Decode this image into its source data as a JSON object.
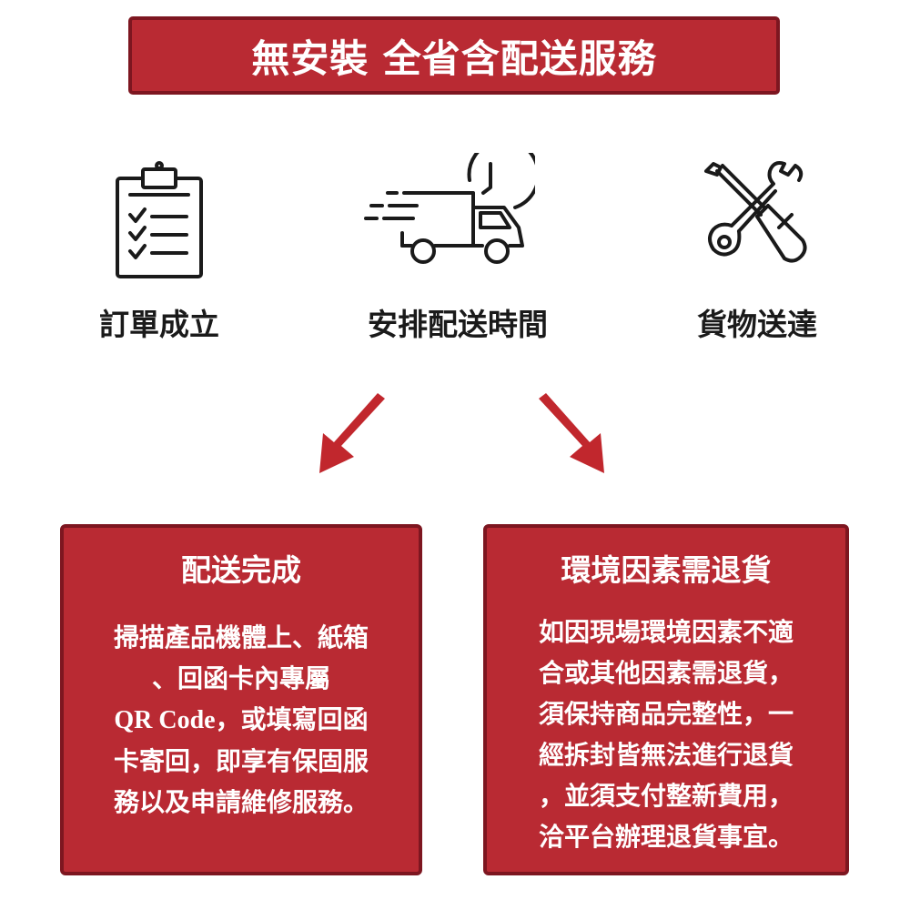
{
  "banner": {
    "title": "無安裝 全省含配送服務"
  },
  "steps": [
    {
      "label": "訂單成立",
      "icon": "clipboard-checklist-icon"
    },
    {
      "label": "安排配送時間",
      "icon": "delivery-truck-clock-icon"
    },
    {
      "label": "貨物送達",
      "icon": "wrench-screwdriver-icon"
    }
  ],
  "arrows": {
    "color": "#c1272d"
  },
  "cards": {
    "left": {
      "title": "配送完成",
      "body_line1": "掃描產品機體上、紙箱",
      "body_line2": "、回函卡內專屬",
      "body_line3_latin": "QR Code",
      "body_line3_rest": "，或填寫回函",
      "body_line4": "卡寄回，即享有保固服",
      "body_line5": "務以及申請維修服務。"
    },
    "right": {
      "title": "環境因素需退貨",
      "body_line1": "如因現場環境因素不適",
      "body_line2": "合或其他因素需退貨，",
      "body_line3": "須保持商品完整性，一",
      "body_line4": "經拆封皆無法進行退貨",
      "body_line5": "，並須支付整新費用，",
      "body_line6": "洽平台辦理退貨事宜。"
    }
  },
  "colors": {
    "card_bg": "#b92a33",
    "card_border": "#7d1620",
    "text_dark": "#1a1a1a"
  }
}
